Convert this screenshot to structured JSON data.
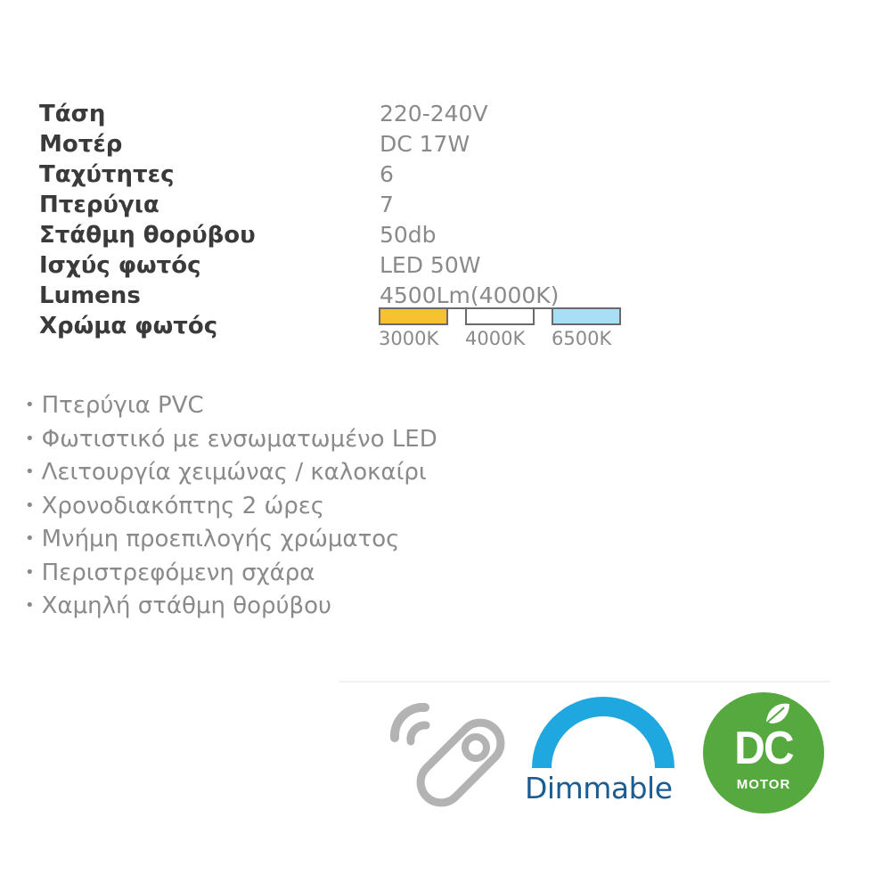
{
  "specs": [
    {
      "label": "Τάση",
      "value": "220-240V"
    },
    {
      "label": "Μοτέρ",
      "value": "DC 17W"
    },
    {
      "label": "Ταχύτητες",
      "value": "6"
    },
    {
      "label": "Πτερύγια",
      "value": "7"
    },
    {
      "label": "Στάθμη θορύβου",
      "value": "50db"
    },
    {
      "label": "Ισχύς φωτός",
      "value": "LED 50W"
    },
    {
      "label": "Lumens",
      "value": "4500Lm(4000K)"
    },
    {
      "label": "Χρώμα φωτός",
      "value": ""
    }
  ],
  "color_swatches": [
    {
      "label": "3000K",
      "color": "#f7c132"
    },
    {
      "label": "4000K",
      "color": "#ffffff"
    },
    {
      "label": "6500K",
      "color": "#a9def7"
    }
  ],
  "features": [
    "Πτερύγια PVC",
    "Φωτιστικό με ενσωματωμένο LED",
    "Λειτουργία χειμώνας / καλοκαίρι",
    "Χρονοδιακόπτης 2 ώρες",
    "Μνήμη προεπιλογής χρώματος",
    "Περιστρεφόμενη σχάρα",
    "Χαμηλή στάθμη θορύβου"
  ],
  "badges": {
    "dimmable_label": "Dimmable",
    "dc_label": "DC",
    "motor_label": "MOTOR"
  },
  "colors": {
    "remote_gray": "#b3b3b3",
    "dimmable_blue": "#1fa8e0",
    "dimmable_text": "#1a5d93",
    "dc_green": "#55a93f"
  }
}
